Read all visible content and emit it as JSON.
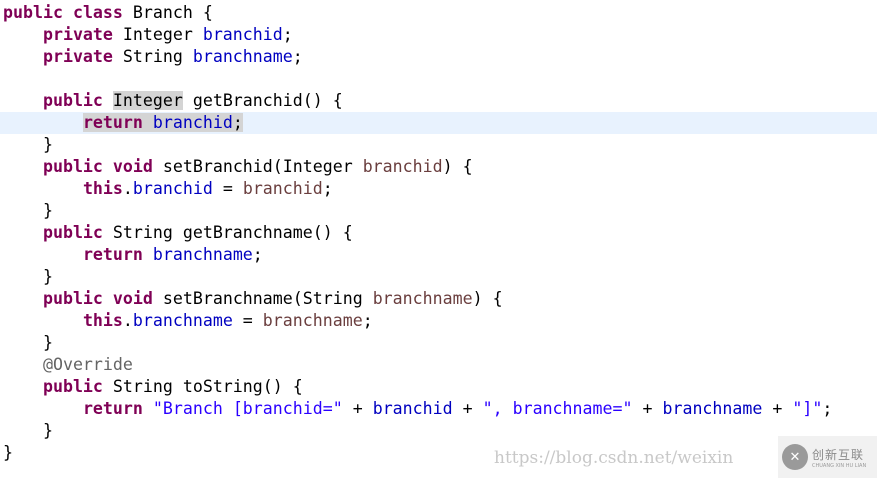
{
  "editor": {
    "lines": [
      [
        {
          "t": "public",
          "c": "kw"
        },
        {
          "t": " "
        },
        {
          "t": "class",
          "c": "kw"
        },
        {
          "t": " Branch {"
        }
      ],
      [
        {
          "t": "    "
        },
        {
          "t": "private",
          "c": "kw"
        },
        {
          "t": " Integer "
        },
        {
          "t": "branchid",
          "c": "fld"
        },
        {
          "t": ";"
        }
      ],
      [
        {
          "t": "    "
        },
        {
          "t": "private",
          "c": "kw"
        },
        {
          "t": " String "
        },
        {
          "t": "branchname",
          "c": "fld"
        },
        {
          "t": ";"
        }
      ],
      [],
      [
        {
          "t": "    "
        },
        {
          "t": "public",
          "c": "kw"
        },
        {
          "t": " "
        },
        {
          "t": "Integer",
          "c": "occ"
        },
        {
          "t": " getBranchid() {"
        }
      ],
      [
        {
          "t": "        "
        },
        {
          "t": "return",
          "c": "kw occ"
        },
        {
          "t": " ",
          "c": "occ"
        },
        {
          "t": "branchid",
          "c": "fld occ"
        },
        {
          "t": ";",
          "c": "occ"
        }
      ],
      [
        {
          "t": "    }"
        }
      ],
      [
        {
          "t": "    "
        },
        {
          "t": "public",
          "c": "kw"
        },
        {
          "t": " "
        },
        {
          "t": "void",
          "c": "kw"
        },
        {
          "t": " setBranchid(Integer "
        },
        {
          "t": "branchid",
          "c": "prm"
        },
        {
          "t": ") {"
        }
      ],
      [
        {
          "t": "        "
        },
        {
          "t": "this",
          "c": "kw"
        },
        {
          "t": "."
        },
        {
          "t": "branchid",
          "c": "fld"
        },
        {
          "t": " = "
        },
        {
          "t": "branchid",
          "c": "prm"
        },
        {
          "t": ";"
        }
      ],
      [
        {
          "t": "    }"
        }
      ],
      [
        {
          "t": "    "
        },
        {
          "t": "public",
          "c": "kw"
        },
        {
          "t": " String getBranchname() {"
        }
      ],
      [
        {
          "t": "        "
        },
        {
          "t": "return",
          "c": "kw"
        },
        {
          "t": " "
        },
        {
          "t": "branchname",
          "c": "fld"
        },
        {
          "t": ";"
        }
      ],
      [
        {
          "t": "    }"
        }
      ],
      [
        {
          "t": "    "
        },
        {
          "t": "public",
          "c": "kw"
        },
        {
          "t": " "
        },
        {
          "t": "void",
          "c": "kw"
        },
        {
          "t": " setBranchname(String "
        },
        {
          "t": "branchname",
          "c": "prm"
        },
        {
          "t": ") {"
        }
      ],
      [
        {
          "t": "        "
        },
        {
          "t": "this",
          "c": "kw"
        },
        {
          "t": "."
        },
        {
          "t": "branchname",
          "c": "fld"
        },
        {
          "t": " = "
        },
        {
          "t": "branchname",
          "c": "prm"
        },
        {
          "t": ";"
        }
      ],
      [
        {
          "t": "    }"
        }
      ],
      [
        {
          "t": "    "
        },
        {
          "t": "@Override",
          "c": "ann"
        }
      ],
      [
        {
          "t": "    "
        },
        {
          "t": "public",
          "c": "kw"
        },
        {
          "t": " String toString() {"
        }
      ],
      [
        {
          "t": "        "
        },
        {
          "t": "return",
          "c": "kw"
        },
        {
          "t": " "
        },
        {
          "t": "\"Branch [branchid=\"",
          "c": "str"
        },
        {
          "t": " + "
        },
        {
          "t": "branchid",
          "c": "fld"
        },
        {
          "t": " + "
        },
        {
          "t": "\", branchname=\"",
          "c": "str"
        },
        {
          "t": " + "
        },
        {
          "t": "branchname",
          "c": "fld"
        },
        {
          "t": " + "
        },
        {
          "t": "\"]\"",
          "c": "str"
        },
        {
          "t": ";"
        }
      ],
      [
        {
          "t": "    }"
        }
      ],
      [
        {
          "t": "}"
        }
      ]
    ],
    "current_line": 6
  },
  "colors": {
    "keyword": "#7f0055",
    "field": "#0000c0",
    "parameter": "#6a3e3e",
    "string": "#2a00ff",
    "annotation": "#646464",
    "current_line_bg": "#e8f2fe",
    "occurrence_bg": "#d4d4d4"
  },
  "watermark": {
    "url_text": "https://blog.csdn.net/weixin",
    "logo_cn": "创新互联",
    "logo_en": "CHUANG XIN HU LIAN",
    "logo_icon": "chuangxin-logo-icon"
  }
}
